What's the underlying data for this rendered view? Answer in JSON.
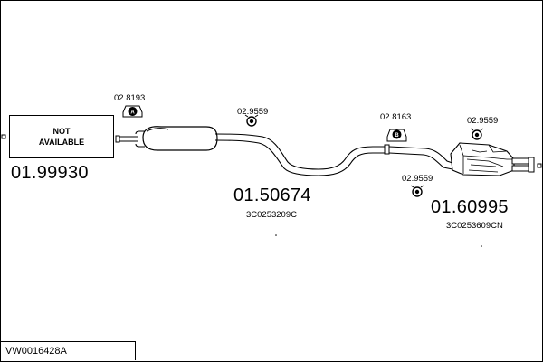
{
  "front_section": {
    "label": "NOT\nAVAILABLE",
    "part_number": "01.99930"
  },
  "middle_section": {
    "part_number": "01.50674",
    "oem_code": "3C0253209C"
  },
  "rear_section": {
    "part_number": "01.60995",
    "oem_code": "3C0253609CN"
  },
  "accessories": [
    {
      "ref": "02.8193",
      "badge": "A"
    },
    {
      "ref": "02.9559"
    },
    {
      "ref": "02.8163",
      "badge": "B"
    },
    {
      "ref": "02.9559"
    },
    {
      "ref": "02.9559"
    }
  ],
  "footer": {
    "kit_code": "VW0016428A"
  }
}
